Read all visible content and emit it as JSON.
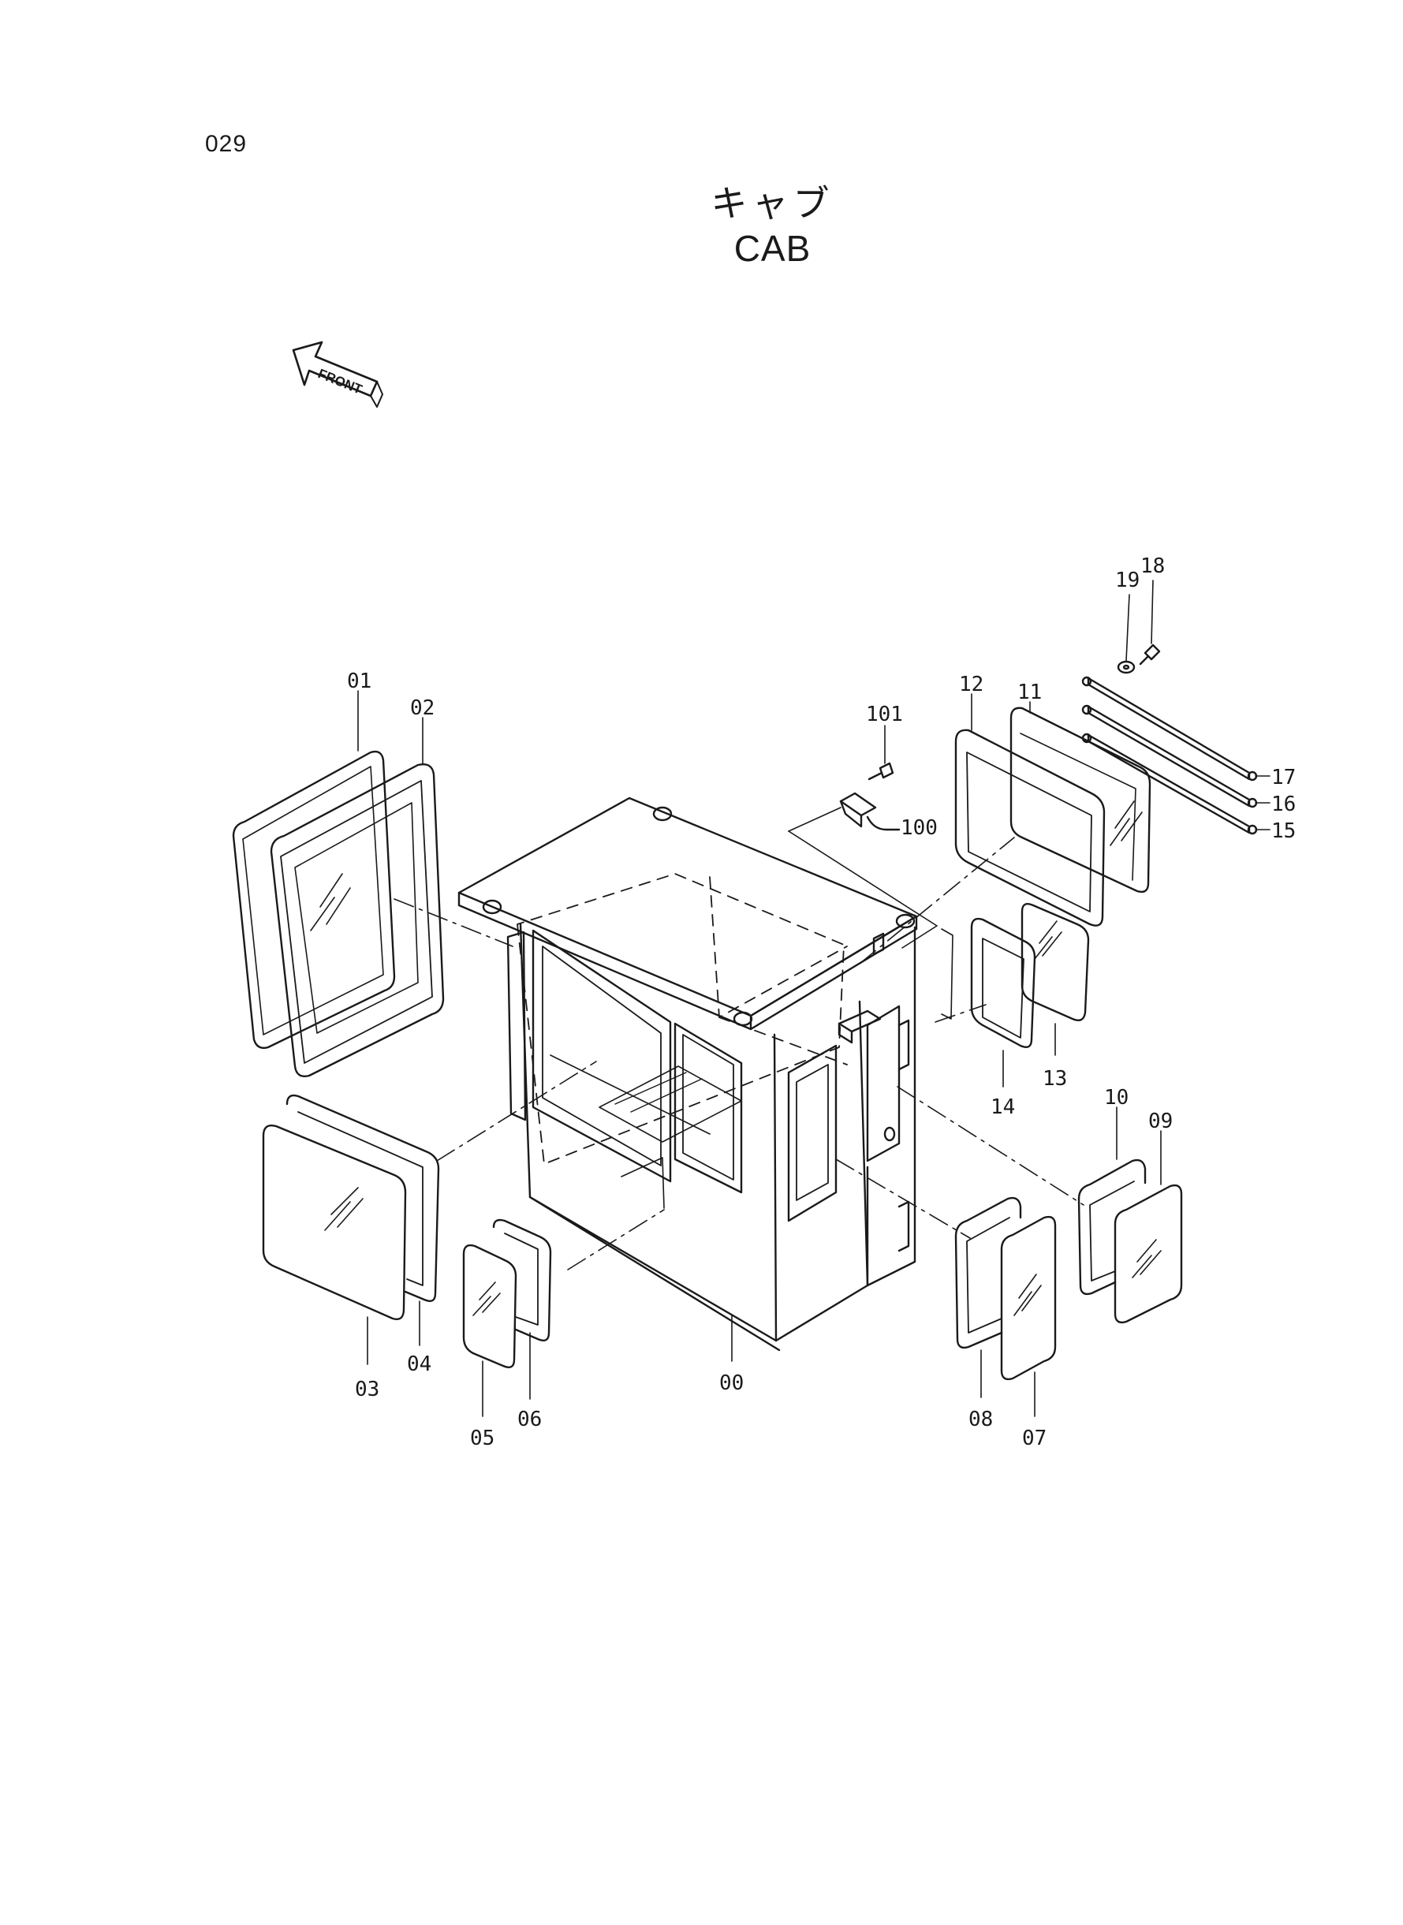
{
  "page_number": "029",
  "title_ja": "キャブ",
  "title_en": "CAB",
  "front_arrow_label": "FRONT",
  "callouts": {
    "c00": "00",
    "c01": "01",
    "c02": "02",
    "c03": "03",
    "c04": "04",
    "c05": "05",
    "c06": "06",
    "c07": "07",
    "c08": "08",
    "c09": "09",
    "c10": "10",
    "c11": "11",
    "c12": "12",
    "c13": "13",
    "c14": "14",
    "c15": "15",
    "c16": "16",
    "c17": "17",
    "c18": "18",
    "c19": "19",
    "c100": "100",
    "c101": "101"
  },
  "colors": {
    "ink": "#1a1a1a",
    "paper": "#ffffff"
  }
}
